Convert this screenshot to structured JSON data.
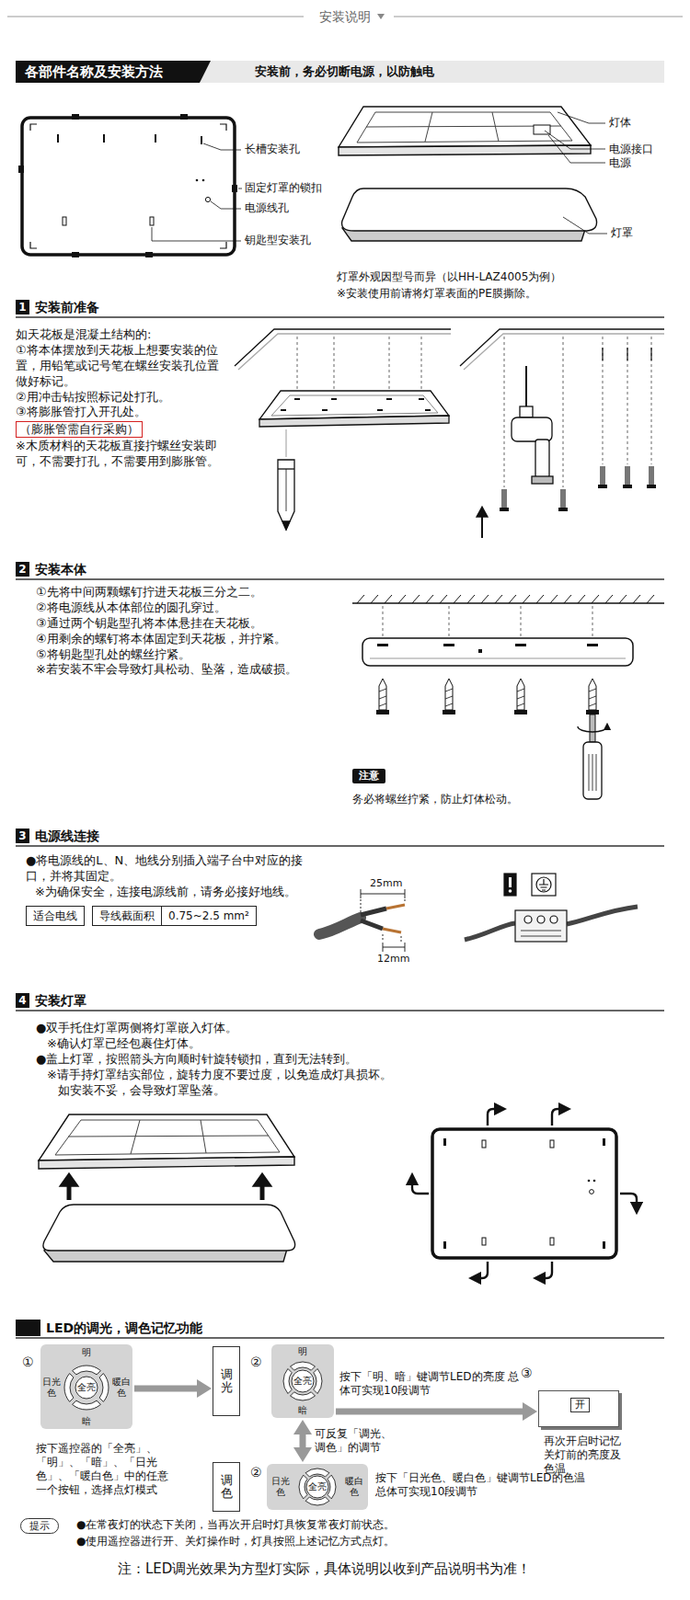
{
  "diagram": {
    "title": "安装说明",
    "nodes": [
      {
        "text": [
          "各部件名称及安装方法"
        ]
      },
      {
        "text": [
          "1",
          "安装前准备"
        ]
      },
      {
        "text": [
          "（膨胀管需自行采购）"
        ]
      },
      {
        "text": [
          "2",
          "安装本体"
        ]
      },
      {
        "text": [
          "注意"
        ]
      },
      {
        "text": [
          "3",
          "电源线连接"
        ]
      },
      {
        "text": [
          "适合电线"
        ]
      },
      {
        "text": [
          "导线截面积"
        ]
      },
      {
        "text": [
          "0.75~2.5 mm²"
        ]
      },
      {
        "text": [
          "4",
          "安装灯罩"
        ]
      },
      {
        "text": [
          "明",
          "日光色",
          "全亮",
          "暖白色",
          "暗"
        ]
      },
      {
        "text": [
          "调光"
        ]
      },
      {
        "text": [
          "明",
          "全亮",
          "暗"
        ]
      },
      {
        "text": [
          "调色"
        ]
      },
      {
        "text": [
          "日光色",
          "全亮",
          "暖白色"
        ]
      },
      {
        "text": [
          "开"
        ]
      },
      {
        "text": [
          "提示"
        ]
      }
    ],
    "edges": [
      {
        "from": 10,
        "to": 11,
        "arrow": "to"
      },
      {
        "from": 12,
        "to": 14,
        "arrow": "both",
        "label": "可反复「调光、调色」的调节"
      },
      {
        "from": 12,
        "to": 15,
        "arrow": "to"
      }
    ],
    "labels": [
      "安装前，务必切断电源，以防触电",
      "长槽安装孔",
      "固定灯罩的锁扣",
      "电源线孔",
      "钥匙型安装孔",
      "灯体",
      "电源接口",
      "电源",
      "灯罩",
      "灯罩外观因型号而异（以HH-LAZ4005为例）",
      "※安装使用前请将灯罩表面的PE膜撕除。",
      "如天花板是混凝土结构的:",
      "①将本体摆放到天花板上想要安装的位置，用铅笔或记号笔在螺丝安装孔位置做好标记。",
      "②用冲击钻按照标记处打孔。",
      "③将膨胀管打入开孔处。",
      "※木质材料的天花板直接拧螺丝安装即可，不需要打孔，不需要用到膨胀管。",
      "①先将中间两颗螺钉拧进天花板三分之二。",
      "②将电源线从本体部位的圆孔穿过。",
      "③通过两个钥匙型孔将本体悬挂在天花板。",
      "④用剩余的螺钉将本体固定到天花板，并拧紧。",
      "⑤将钥匙型孔处的螺丝拧紧。",
      "※若安装不牢会导致灯具松动、坠落，造成破损。",
      "务必将螺丝拧紧，防止灯体松动。",
      "●将电源线的L、N、地线分别插入端子台中对应的接口，并将其固定。",
      "※为确保安全，连接电源线前，请务必接好地线。",
      "25mm",
      "12mm",
      "●双手托住灯罩两侧将灯罩嵌入灯体。",
      "※确认灯罩已经包裹住灯体。",
      "●盖上灯罩，按照箭头方向顺时针旋转锁扣，直到无法转到。",
      "※请手持灯罩结实部位，旋转力度不要过度，以免造成灯具损坏。",
      "如安装不妥，会导致灯罩坠落。",
      "LED的调光，调色记忆功能",
      "①",
      "按下遥控器的「全亮」、「明」、「暗」、「日光色」、「暖白色」中的任意一个按钮，选择点灯模式",
      "②",
      "按下「明、暗」键调节LED的亮度 总体可实现10段调节",
      "②",
      "按下「日光色、暖白色」键调节LED的色温 总体可实现10段调节",
      "③",
      "再次开启时记忆关灯前的亮度及色温",
      "●在常夜灯的状态下关闭，当再次开启时灯具恢复常夜灯前状态。",
      "●使用遥控器进行开、关灯操作时，灯具按照上述记忆方式点灯。",
      "注：LED调光效果为方型灯实际，具体说明以收到产品说明书为准！"
    ]
  }
}
